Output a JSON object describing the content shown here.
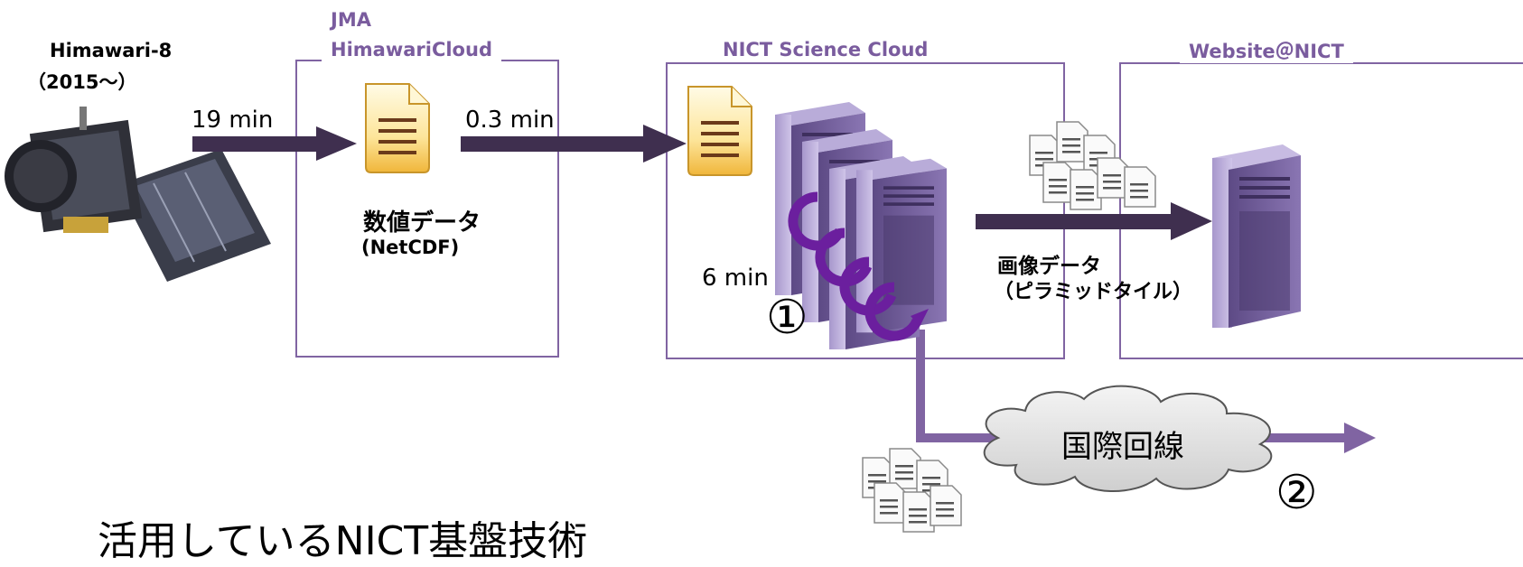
{
  "satellite": {
    "name": "Himawari-8",
    "years": "（2015～）"
  },
  "jma": {
    "line1": "JMA",
    "line2": "HimawariCloud"
  },
  "nict_cloud": {
    "title": "NICT Science Cloud"
  },
  "website": {
    "title": "Website＠NICT"
  },
  "transfer": {
    "sat_to_jma": "19 min",
    "jma_to_nict": "0.3 min",
    "processing": "6 min"
  },
  "numeric_data": {
    "line1": "数値データ",
    "line2": "(NetCDF)"
  },
  "image_data": {
    "line1": "画像データ",
    "line2": "（ピラミッドタイル）"
  },
  "network": {
    "label": "国際回線"
  },
  "markers": {
    "one": "①",
    "two": "②"
  },
  "footer": {
    "partial": "活用しているNICT基盤技術"
  },
  "colors": {
    "arrow": "#3f2f4f",
    "accent": "#8064a2",
    "server": "#8e7bb5"
  }
}
